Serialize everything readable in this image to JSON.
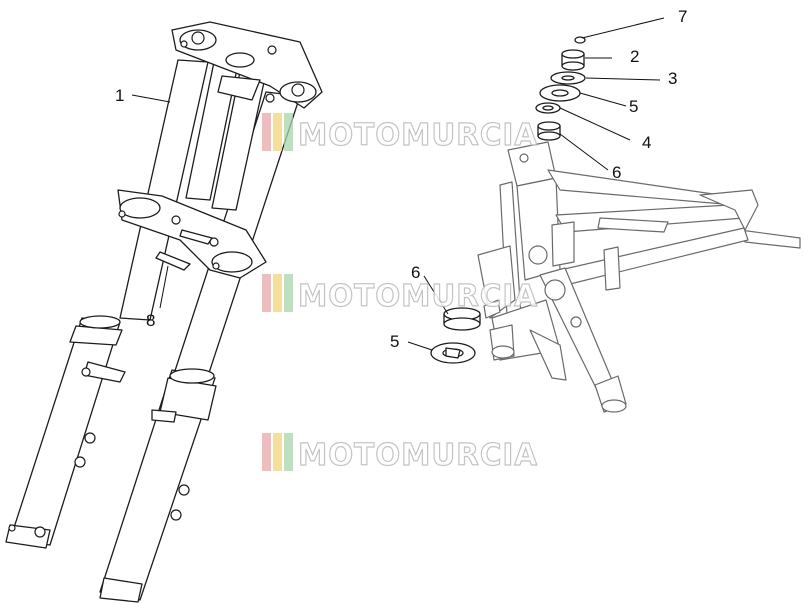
{
  "watermark": {
    "text": "MOTOMURCIA",
    "stripe_colors": [
      "#e8a7a7",
      "#f2d37e",
      "#a8d6a8"
    ],
    "outline_color": "#b9b9b9"
  },
  "callouts": {
    "fork_leg": "1",
    "ring_nut_upper": "2",
    "washer": "3",
    "seal_upper": "5",
    "bearing_cage_upper": "4",
    "bearing_upper": "6",
    "cap_nut": "7",
    "plate": "8",
    "bearing_lower": "6",
    "seal_lower": "5"
  }
}
